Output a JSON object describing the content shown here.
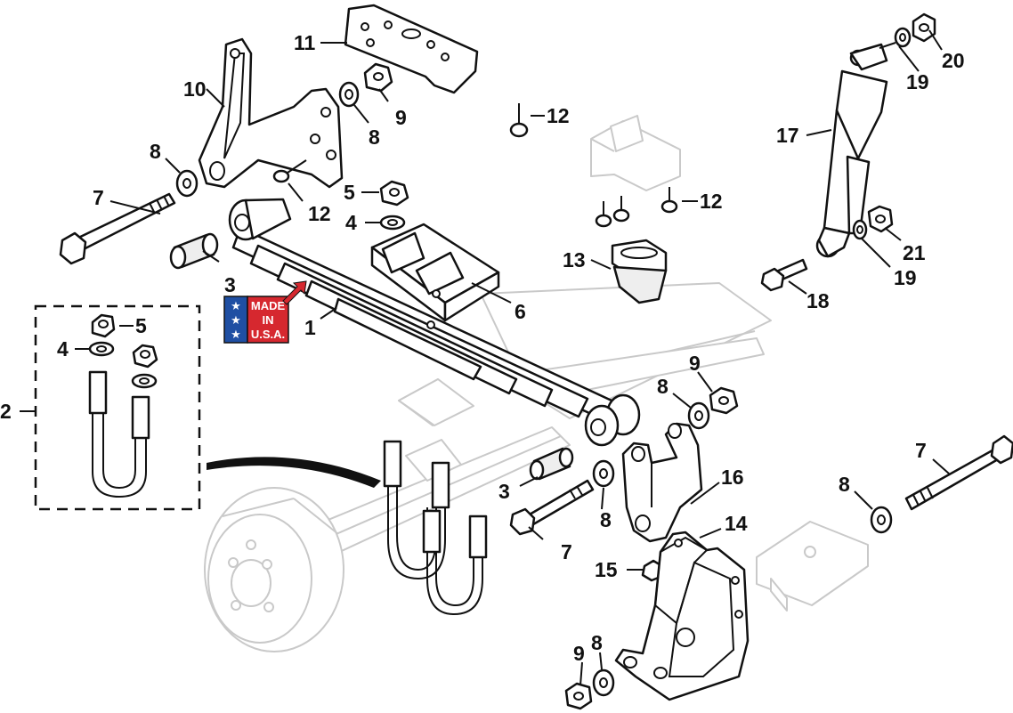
{
  "callouts": [
    {
      "id": "c1",
      "label": "1"
    },
    {
      "id": "c2",
      "label": "2"
    },
    {
      "id": "c3a",
      "label": "3"
    },
    {
      "id": "c3b",
      "label": "3"
    },
    {
      "id": "c4a",
      "label": "4"
    },
    {
      "id": "c4b",
      "label": "4"
    },
    {
      "id": "c5a",
      "label": "5"
    },
    {
      "id": "c5b",
      "label": "5"
    },
    {
      "id": "c6",
      "label": "6"
    },
    {
      "id": "c7a",
      "label": "7"
    },
    {
      "id": "c7b",
      "label": "7"
    },
    {
      "id": "c7c",
      "label": "7"
    },
    {
      "id": "c8a",
      "label": "8"
    },
    {
      "id": "c8b",
      "label": "8"
    },
    {
      "id": "c8c",
      "label": "8"
    },
    {
      "id": "c8d",
      "label": "8"
    },
    {
      "id": "c8e",
      "label": "8"
    },
    {
      "id": "c8f",
      "label": "8"
    },
    {
      "id": "c9a",
      "label": "9"
    },
    {
      "id": "c9b",
      "label": "9"
    },
    {
      "id": "c9c",
      "label": "9"
    },
    {
      "id": "c10",
      "label": "10"
    },
    {
      "id": "c11",
      "label": "11"
    },
    {
      "id": "c12a",
      "label": "12"
    },
    {
      "id": "c12b",
      "label": "12"
    },
    {
      "id": "c12c",
      "label": "12"
    },
    {
      "id": "c13",
      "label": "13"
    },
    {
      "id": "c14",
      "label": "14"
    },
    {
      "id": "c15",
      "label": "15"
    },
    {
      "id": "c16",
      "label": "16"
    },
    {
      "id": "c17",
      "label": "17"
    },
    {
      "id": "c18",
      "label": "18"
    },
    {
      "id": "c19a",
      "label": "19"
    },
    {
      "id": "c19b",
      "label": "19"
    },
    {
      "id": "c20",
      "label": "20"
    },
    {
      "id": "c21",
      "label": "21"
    }
  ],
  "badge": {
    "line1": "MADE",
    "line2": "IN",
    "line3": "U.S.A.",
    "colors": {
      "blue": "#1f4fa3",
      "red": "#d6282f",
      "arrow": "#d6282f"
    }
  }
}
